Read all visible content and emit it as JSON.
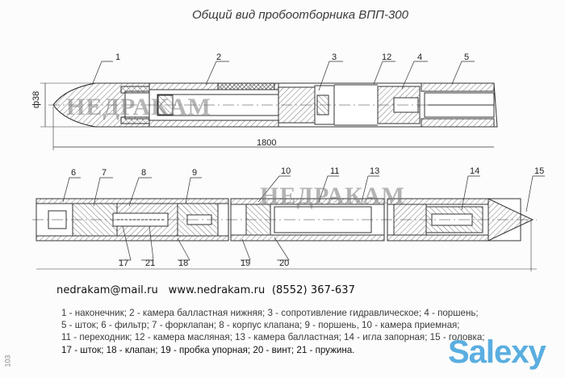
{
  "title": "Общий вид пробоотборника ВПП-300",
  "drawing": {
    "top_view": {
      "callouts": [
        "1",
        "2",
        "3",
        "12",
        "4",
        "5"
      ],
      "diameter_label": "ф38",
      "length_label": "1800"
    },
    "bottom_view": {
      "callouts_top": [
        "6",
        "7",
        "8",
        "9",
        "10",
        "11",
        "13",
        "14",
        "15"
      ],
      "callouts_bottom": [
        "17",
        "21",
        "18",
        "19",
        "20"
      ]
    },
    "watermarks": [
      "НЕДРАКАМ",
      "НЕДРАКАМ"
    ]
  },
  "contacts": {
    "email": "nedrakam@mail.ru",
    "website": "www.nedrakam.ru",
    "phone": "(8552) 367-637"
  },
  "legend": [
    "1 - наконечник; 2 - камера балластная нижняя; 3 - сопротивление гидравлическое; 4 - поршень;",
    "5 - шток; 6 - фильтр; 7 - форклапан; 8 - корпус клапана; 9 - поршень, 10 - камера приемная;",
    "11 - переходник; 12 - камера масляная; 13 - камера балластная; 14 - игла запорная; 15 - головка;",
    "17 - шток; 18 - клапан; 19 - пробка упорная; 20 - винт; 21 - пружина."
  ],
  "site_watermark": "Salexy",
  "side_mark": "103"
}
